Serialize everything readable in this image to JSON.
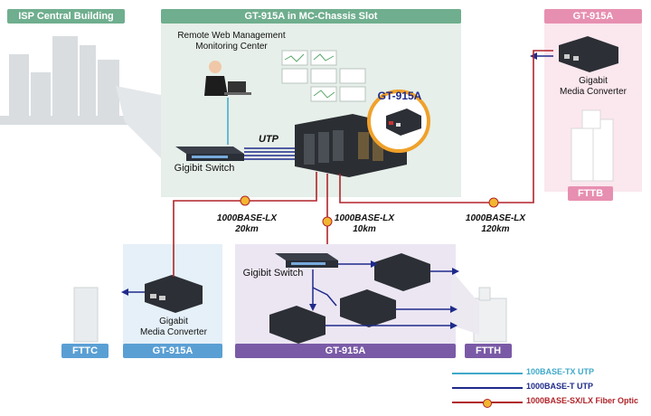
{
  "tags": {
    "isp_building": "ISP Central Building",
    "chassis": "GT-915A in MC-Chassis Slot",
    "top_right_model": "GT-915A",
    "fttb": "FTTB",
    "fttc": "FTTC",
    "fttc_model": "GT-915A",
    "ftth_model": "GT-915A",
    "ftth": "FTTH"
  },
  "labels": {
    "monitoring": "Remote Web Management\nMonitoring Center",
    "utp": "UTP",
    "gigabit_switch_top": "Gigibit Switch",
    "callout_model": "GT-915A",
    "converter_right": "Gigabit\nMedia Converter",
    "converter_left": "Gigabit\nMedia Converter",
    "gigabit_switch_bottom": "Gigibit Switch",
    "link_left": "1000BASE-LX\n20km",
    "link_mid": "1000BASE-LX\n10km",
    "link_right": "1000BASE-LX\n120km"
  },
  "legend": [
    {
      "label": "100BASE-TX UTP",
      "color": "#3fa9c9",
      "marker": false
    },
    {
      "label": "1000BASE-T UTP",
      "color": "#1f2a8a",
      "marker": false
    },
    {
      "label": "1000BASE-SX/LX Fiber Optic",
      "color": "#b0242a",
      "marker": true
    }
  ],
  "colors": {
    "fiber": "#b0242a",
    "utp_dark": "#1f2a8a",
    "utp_light": "#3fa9c9",
    "green_tag": "#6fae8e",
    "blue_tag": "#5a9fd4",
    "purple_tag": "#7a5aa6",
    "pink_tag": "#e78fb0"
  }
}
